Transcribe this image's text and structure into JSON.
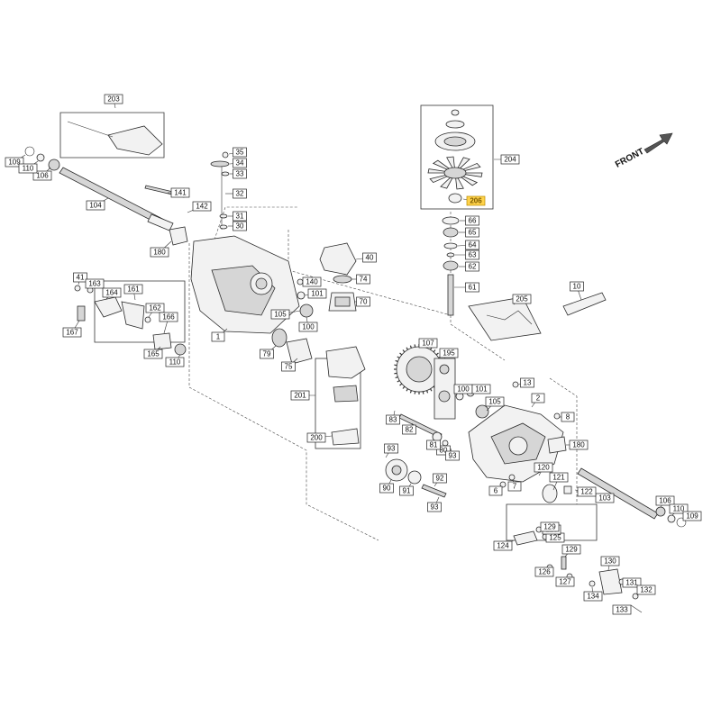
{
  "diagram": {
    "direction_label": "FRONT",
    "highlighted_part": "206",
    "colors": {
      "highlight": "#ffd24a",
      "line": "#2a2a2a",
      "fill": "#f2f2f2"
    },
    "labels": [
      "1",
      "2",
      "6",
      "7",
      "8",
      "10",
      "13",
      "30",
      "31",
      "32",
      "33",
      "34",
      "35",
      "40",
      "41",
      "61",
      "62",
      "63",
      "64",
      "65",
      "66",
      "70",
      "74",
      "75",
      "79",
      "80",
      "81",
      "82",
      "83",
      "90",
      "91",
      "92",
      "93",
      "100",
      "101",
      "103",
      "104",
      "105",
      "106",
      "107",
      "109",
      "110",
      "120",
      "121",
      "122",
      "124",
      "125",
      "126",
      "127",
      "128",
      "129",
      "130",
      "131",
      "132",
      "133",
      "134",
      "140",
      "141",
      "142",
      "161",
      "162",
      "163",
      "164",
      "165",
      "166",
      "167",
      "180",
      "195",
      "200",
      "201",
      "203",
      "204",
      "205",
      "206"
    ]
  }
}
